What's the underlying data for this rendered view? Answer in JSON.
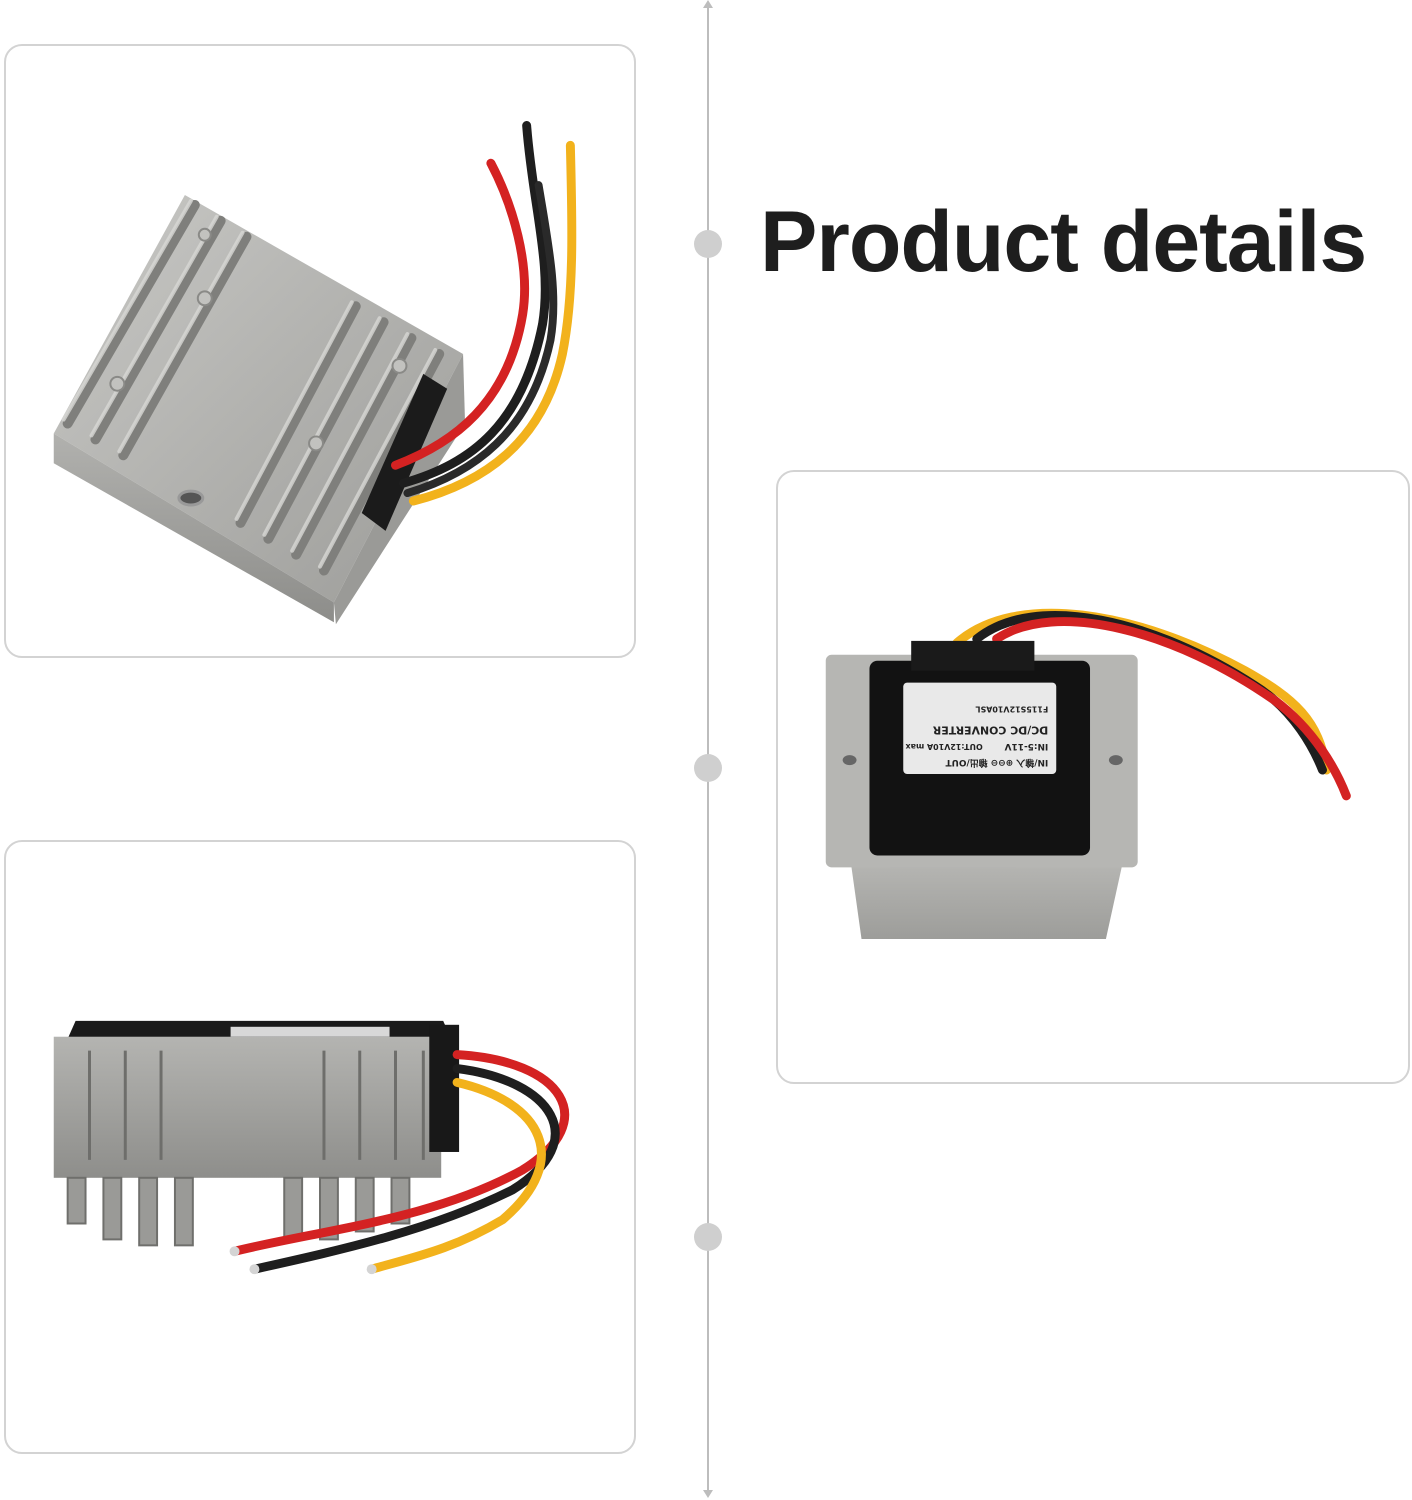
{
  "header": {
    "title": "Product details"
  },
  "product_label": {
    "line1": "IN/输入 ⊕⊖⊖ 输出/OUT",
    "line2": "IN:5-11V",
    "line3": "OUT:12V10A max",
    "line4": "DC/DC CONVERTER",
    "line5": "F115S12V10ASL"
  },
  "colors": {
    "housing": "#a9a9a6",
    "wire_red": "#d42222",
    "wire_black": "#1e1e1e",
    "wire_yellow": "#f2b21c",
    "card_border": "#d3d3d3",
    "timeline": "#bdbdbd"
  }
}
